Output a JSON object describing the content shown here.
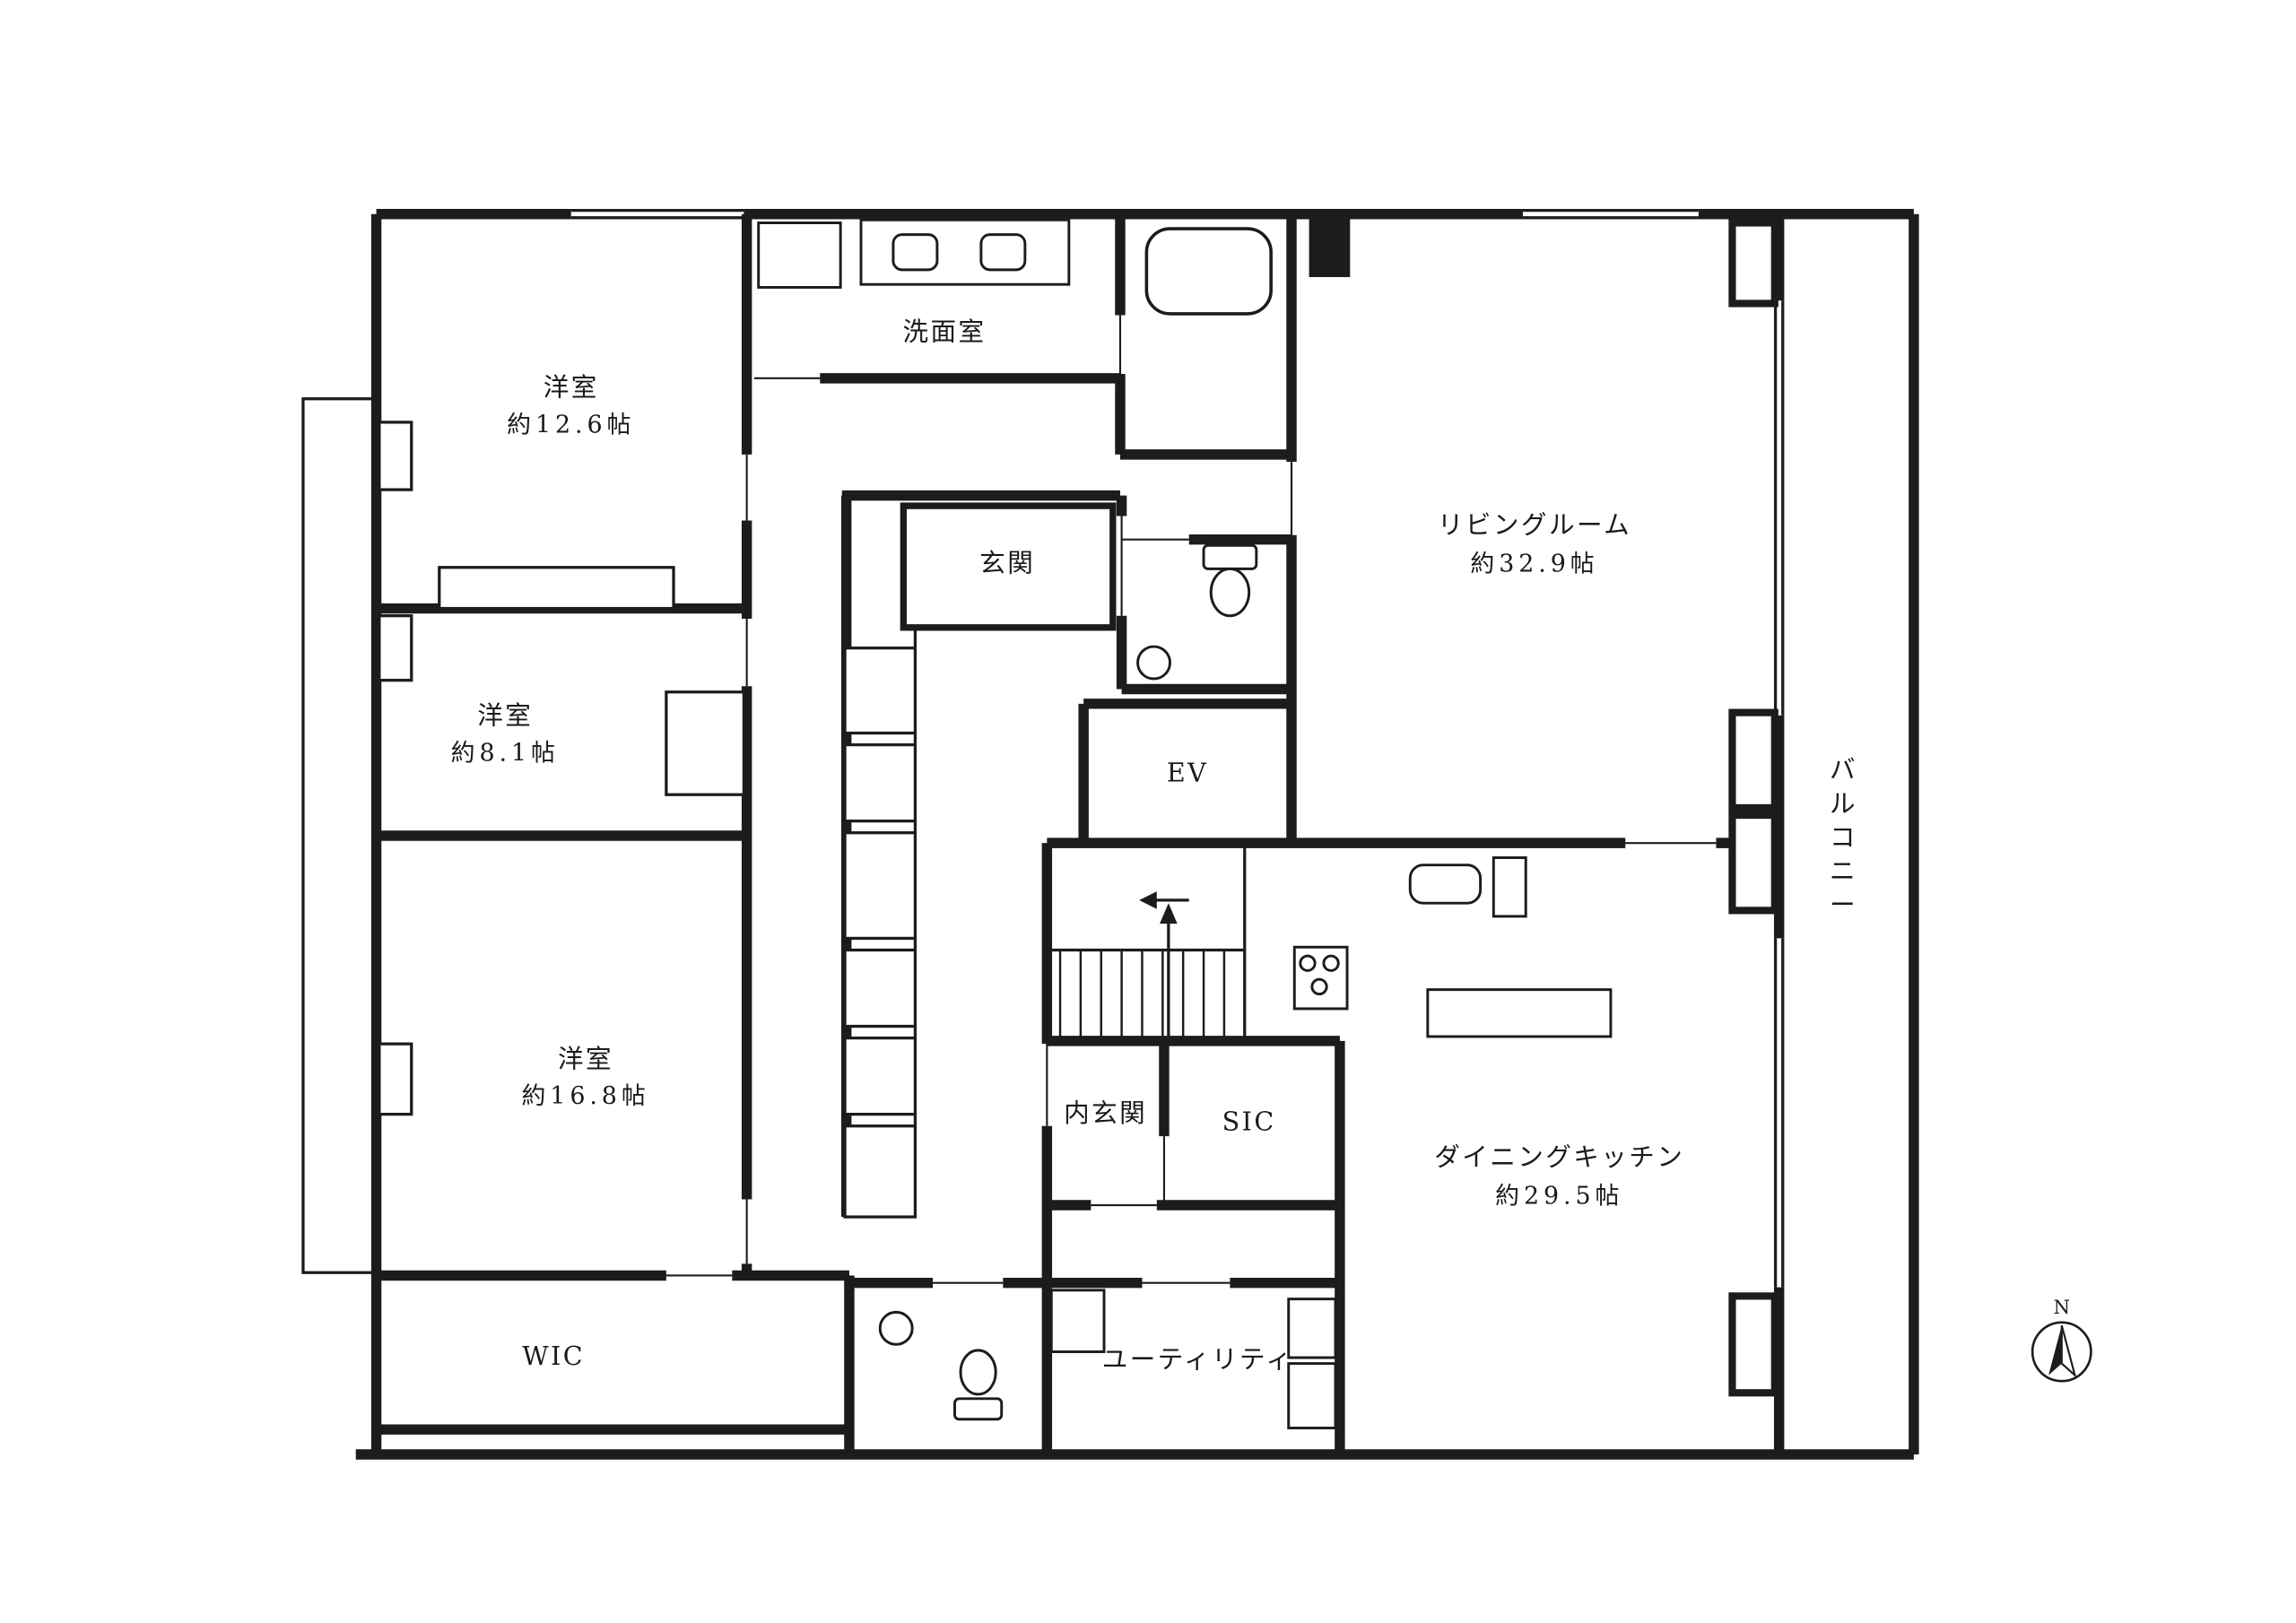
{
  "page": {
    "background": "#ffffff",
    "line_color": "#1c1c1c"
  },
  "rooms": {
    "bedroom1": {
      "label": "洋室",
      "area": "約12.6帖"
    },
    "bedroom2": {
      "label": "洋室",
      "area": "約8.1帖"
    },
    "bedroom3": {
      "label": "洋室",
      "area": "約16.8帖"
    },
    "washroom": {
      "label": "洗面室"
    },
    "living": {
      "label": "リビングルーム",
      "area": "約32.9帖"
    },
    "entrance": {
      "label": "玄関"
    },
    "elevator": {
      "label": "EV"
    },
    "balcony": {
      "label": "バルコニー"
    },
    "inner_entrance": {
      "label": "内玄関"
    },
    "shoe_closet": {
      "label": "SIC"
    },
    "dining_kitchen": {
      "label": "ダイニングキッチン",
      "area": "約29.5帖"
    },
    "walk_in_closet": {
      "label": "WIC"
    },
    "utility": {
      "label": "ユーティリティ"
    }
  },
  "compass": {
    "north_label": "N"
  }
}
